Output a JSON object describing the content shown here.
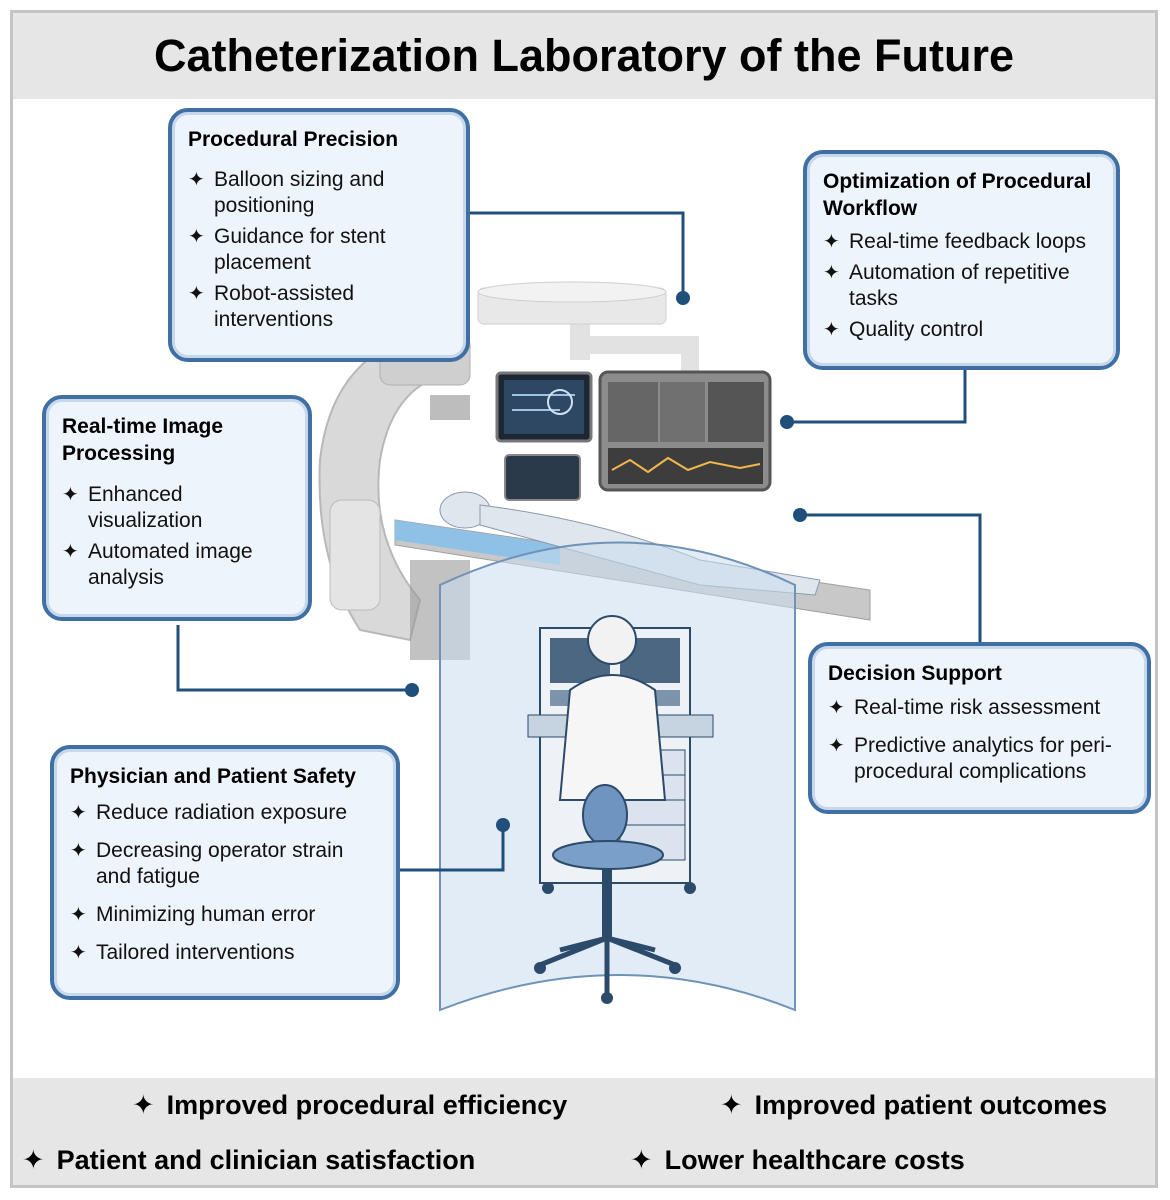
{
  "title": "Catheterization Laboratory of the Future",
  "boxes": {
    "procedural_precision": {
      "heading": "Procedural Precision",
      "items": [
        "Balloon sizing and positioning",
        "Guidance for stent placement",
        "Robot-assisted interventions"
      ]
    },
    "workflow": {
      "heading": "Optimization of Procedural Workflow",
      "items": [
        "Real-time feedback loops",
        "Automation of repetitive tasks",
        "Quality control"
      ]
    },
    "image_processing": {
      "heading": "Real-time Image Processing",
      "items": [
        "Enhanced visualization",
        "Automated image analysis"
      ]
    },
    "decision_support": {
      "heading": "Decision Support",
      "items": [
        "Real-time risk assessment",
        "Predictive analytics for peri-procedural complications"
      ]
    },
    "safety": {
      "heading": "Physician and Patient Safety",
      "items": [
        "Reduce radiation exposure",
        "Decreasing operator strain and fatigue",
        "Minimizing human error",
        "Tailored interventions"
      ]
    }
  },
  "outcomes": [
    "Improved procedural efficiency",
    "Improved patient outcomes",
    "Patient and clinician satisfaction",
    "Lower healthcare costs"
  ],
  "colors": {
    "accent": "#3f6fa3",
    "connector": "#1f4f7a",
    "panel": "#e6e6e6",
    "box_fill": "#eef4fb"
  },
  "icons": {
    "bullet": "four-point-star-icon"
  }
}
